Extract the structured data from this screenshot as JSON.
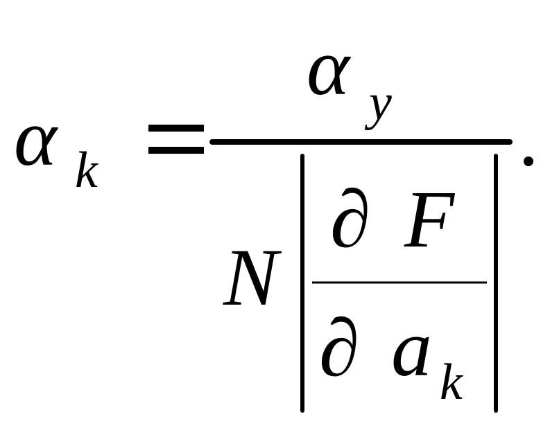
{
  "formula": {
    "lhs": {
      "symbol": "α",
      "subscript": "k"
    },
    "equals": "=",
    "numerator": {
      "symbol": "α",
      "subscript": "y"
    },
    "denominator": {
      "factor": "N",
      "inner_fraction": {
        "numerator": {
          "partial": "∂",
          "symbol": "F"
        },
        "denominator": {
          "partial": "∂",
          "symbol": "a",
          "subscript": "k"
        }
      }
    },
    "terminator": "."
  }
}
